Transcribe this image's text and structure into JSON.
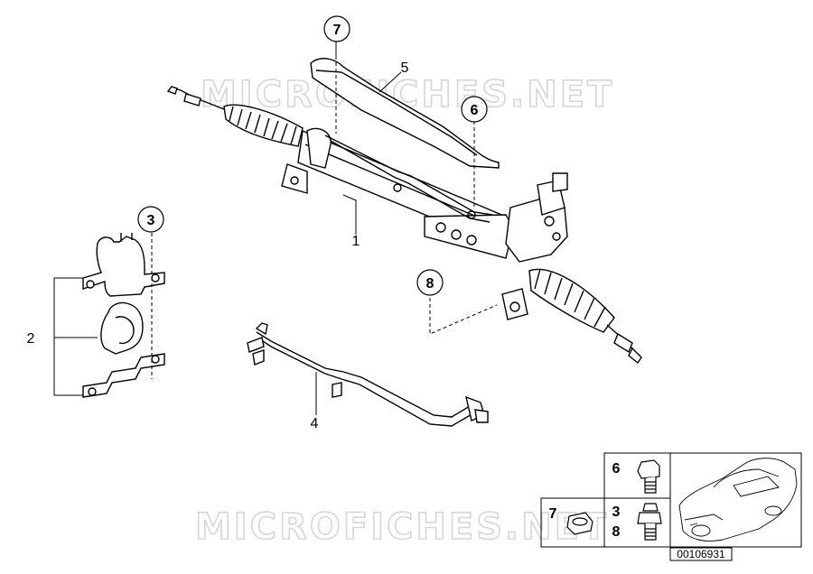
{
  "diagram": {
    "callouts": {
      "c1": "1",
      "c2": "2",
      "c3": "3",
      "c4": "4",
      "c5": "5",
      "c6": "6",
      "c7": "7",
      "c8": "8"
    },
    "legend": {
      "row1_label": "6",
      "row2_left_label": "7",
      "row2_label_a": "3",
      "row2_label_b": "8"
    },
    "watermarks": [
      "MICROFICHES.NET",
      "MICROFICHES.NET"
    ],
    "diagram_code": "00106931"
  }
}
